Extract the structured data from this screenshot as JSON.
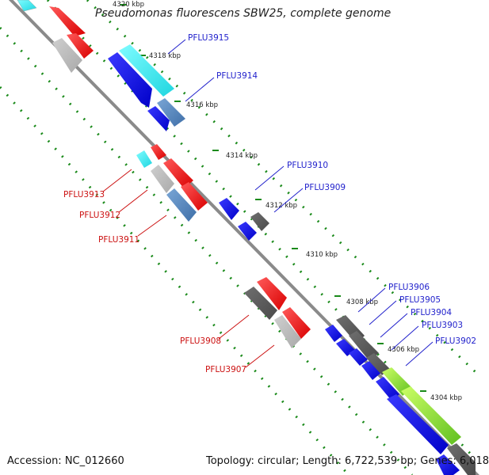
{
  "header": {
    "title": "Pseudomonas fluorescens SBW25, complete genome"
  },
  "footer": {
    "accession": "Accession: NC_012660",
    "topology": "Topology: circular; Length: 6,722,539 bp; Genes: 6,018"
  },
  "colors": {
    "forward_label": "#2222cc",
    "reverse_label": "#cc1111",
    "backbone": "#8a8a8a",
    "tick": "#1a8a1a"
  },
  "ticks": [
    "4320 kbp",
    "4318 kbp",
    "4316 kbp",
    "4314 kbp",
    "4312 kbp",
    "4310 kbp",
    "4308 kbp",
    "4306 kbp",
    "4304 kbp"
  ],
  "genes_forward": [
    {
      "name": "PFLU3915"
    },
    {
      "name": "PFLU3914"
    },
    {
      "name": "PFLU3910"
    },
    {
      "name": "PFLU3909"
    },
    {
      "name": "PFLU3906"
    },
    {
      "name": "PFLU3905"
    },
    {
      "name": "PFLU3904"
    },
    {
      "name": "PFLU3903"
    },
    {
      "name": "PFLU3902"
    }
  ],
  "genes_reverse": [
    {
      "name": "PFLU3913"
    },
    {
      "name": "PFLU3912"
    },
    {
      "name": "PFLU3911"
    },
    {
      "name": "PFLU3908"
    },
    {
      "name": "PFLU3907"
    }
  ]
}
